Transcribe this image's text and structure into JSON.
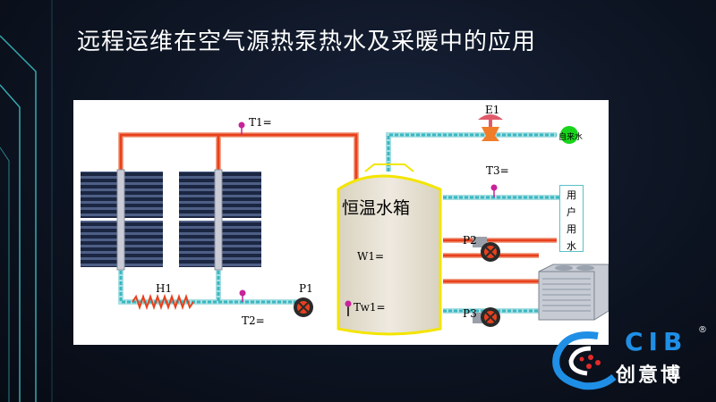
{
  "slide": {
    "title": "远程运维在空气源热泵热水及采暖中的应用"
  },
  "diagram": {
    "tank_label": "恒温水箱",
    "sensors": {
      "t1": "T1=",
      "t2": "T2=",
      "t3": "T3=",
      "w1": "W1=",
      "tw1": "Tw1="
    },
    "pumps": {
      "p1": "P1",
      "p2": "P2",
      "p3": "P3"
    },
    "heater": "H1",
    "valve": "E1",
    "water_supply": "自来水",
    "user_water": [
      "用",
      "户",
      "用",
      "水"
    ]
  },
  "logo": {
    "en": "CIB",
    "cn": "创意博",
    "reg": "®"
  },
  "colors": {
    "hot_pipe": "#e8401c",
    "cold_pipe": "#3ab7c0",
    "accent": "#1f8fe6",
    "sensor": "#c8229a"
  }
}
